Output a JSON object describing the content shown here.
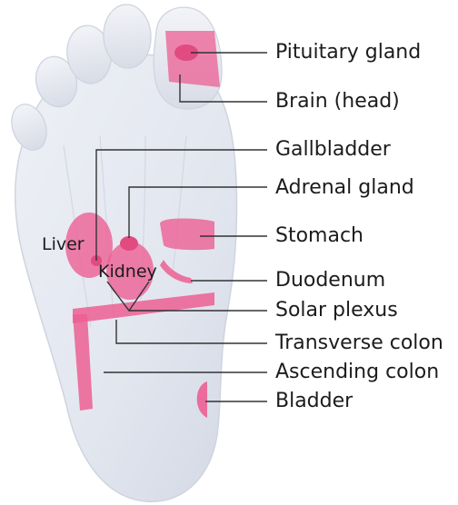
{
  "labels": {
    "pituitary_gland": "Pituitary gland",
    "brain_head": "Brain (head)",
    "gallbladder": "Gallbladder",
    "adrenal_gland": "Adrenal gland",
    "stomach": "Stomach",
    "duodenum": "Duodenum",
    "solar_plexus": "Solar plexus",
    "transverse_colon": "Transverse colon",
    "ascending_colon": "Ascending colon",
    "bladder": "Bladder",
    "liver": "Liver",
    "kidney": "Kidney"
  },
  "colors": {
    "foot_fill": "#e6e9f1",
    "foot_shadow": "#c7ccd9",
    "zone_pink": "#ec5f93",
    "zone_pink_dark": "#e14b80",
    "leader_line": "#333333",
    "text": "#1c1c1c"
  }
}
